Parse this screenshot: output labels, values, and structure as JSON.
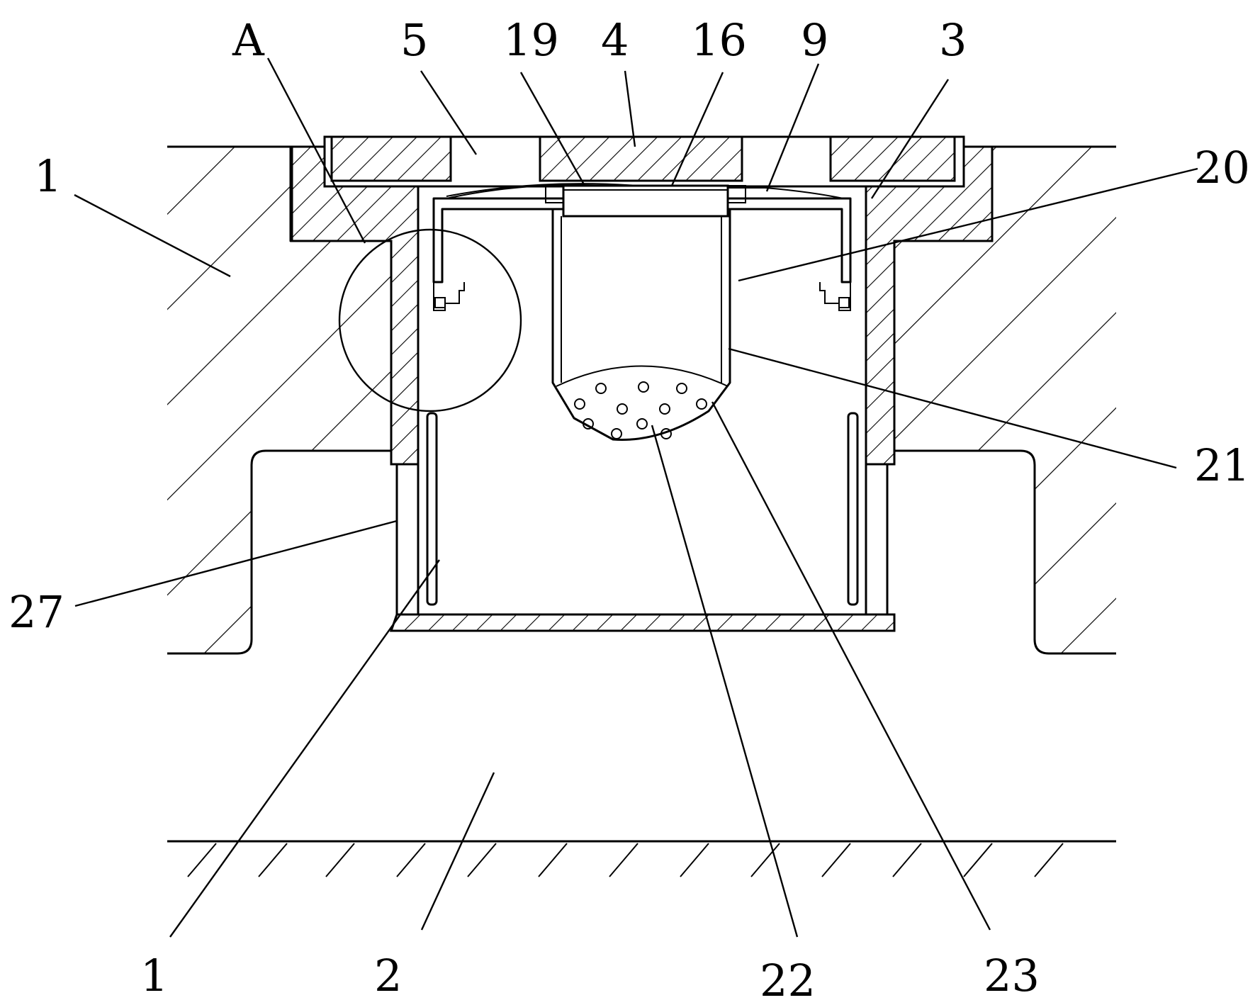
{
  "labels": {
    "A": "A",
    "n5": "5",
    "n19": "19",
    "n4": "4",
    "n16": "16",
    "n9": "9",
    "n3": "3",
    "n20": "20",
    "n1_top": "1",
    "n21": "21",
    "n27": "27",
    "n1_bottom": "1",
    "n2": "2",
    "n22": "22",
    "n23": "23"
  }
}
